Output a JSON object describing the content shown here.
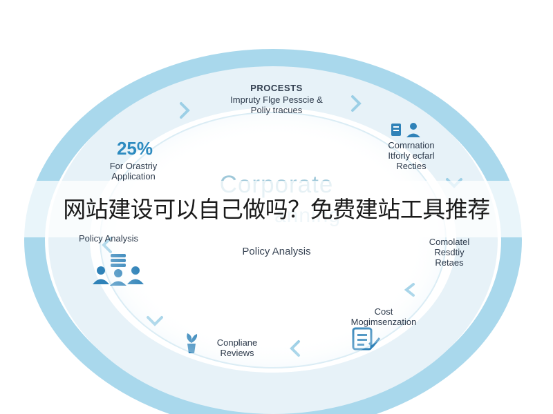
{
  "diagram": {
    "processes_title": "PROCESTS",
    "processes_lines": [
      "Impruty Flge Pesscie &",
      "Poliy tracues"
    ],
    "percent_value": "25%",
    "percent_caption_lines": [
      "For Orastriy",
      "Application"
    ],
    "communication_lines": [
      "Comrnation",
      "Itforly ecfarl",
      "Recties"
    ],
    "left_policy_label": "Policy Analysis",
    "center_title": "Corporate",
    "center_subtitle": "anning",
    "center_policy": "Policy Analysis",
    "complete_lines": [
      "Comolatel",
      "Resdtiy",
      "Retaes"
    ],
    "cost_lines": [
      "Cost",
      "Mogimsenzation"
    ],
    "compliance_lines": [
      "Conpliane",
      "Reviews"
    ],
    "colors": {
      "ring": "#a9d8ec",
      "ring_band": "#e8f3f9",
      "chevron": "#9ccfe6",
      "icon": "#2f82b8",
      "accent": "#2d8bc0"
    },
    "icons": [
      "document-people-icon",
      "checklist-icon",
      "people-chart-icon",
      "plant-icon",
      "chevron-icon"
    ]
  },
  "banner": {
    "text": "网站建设可以自己做吗？免费建站工具推荐"
  }
}
